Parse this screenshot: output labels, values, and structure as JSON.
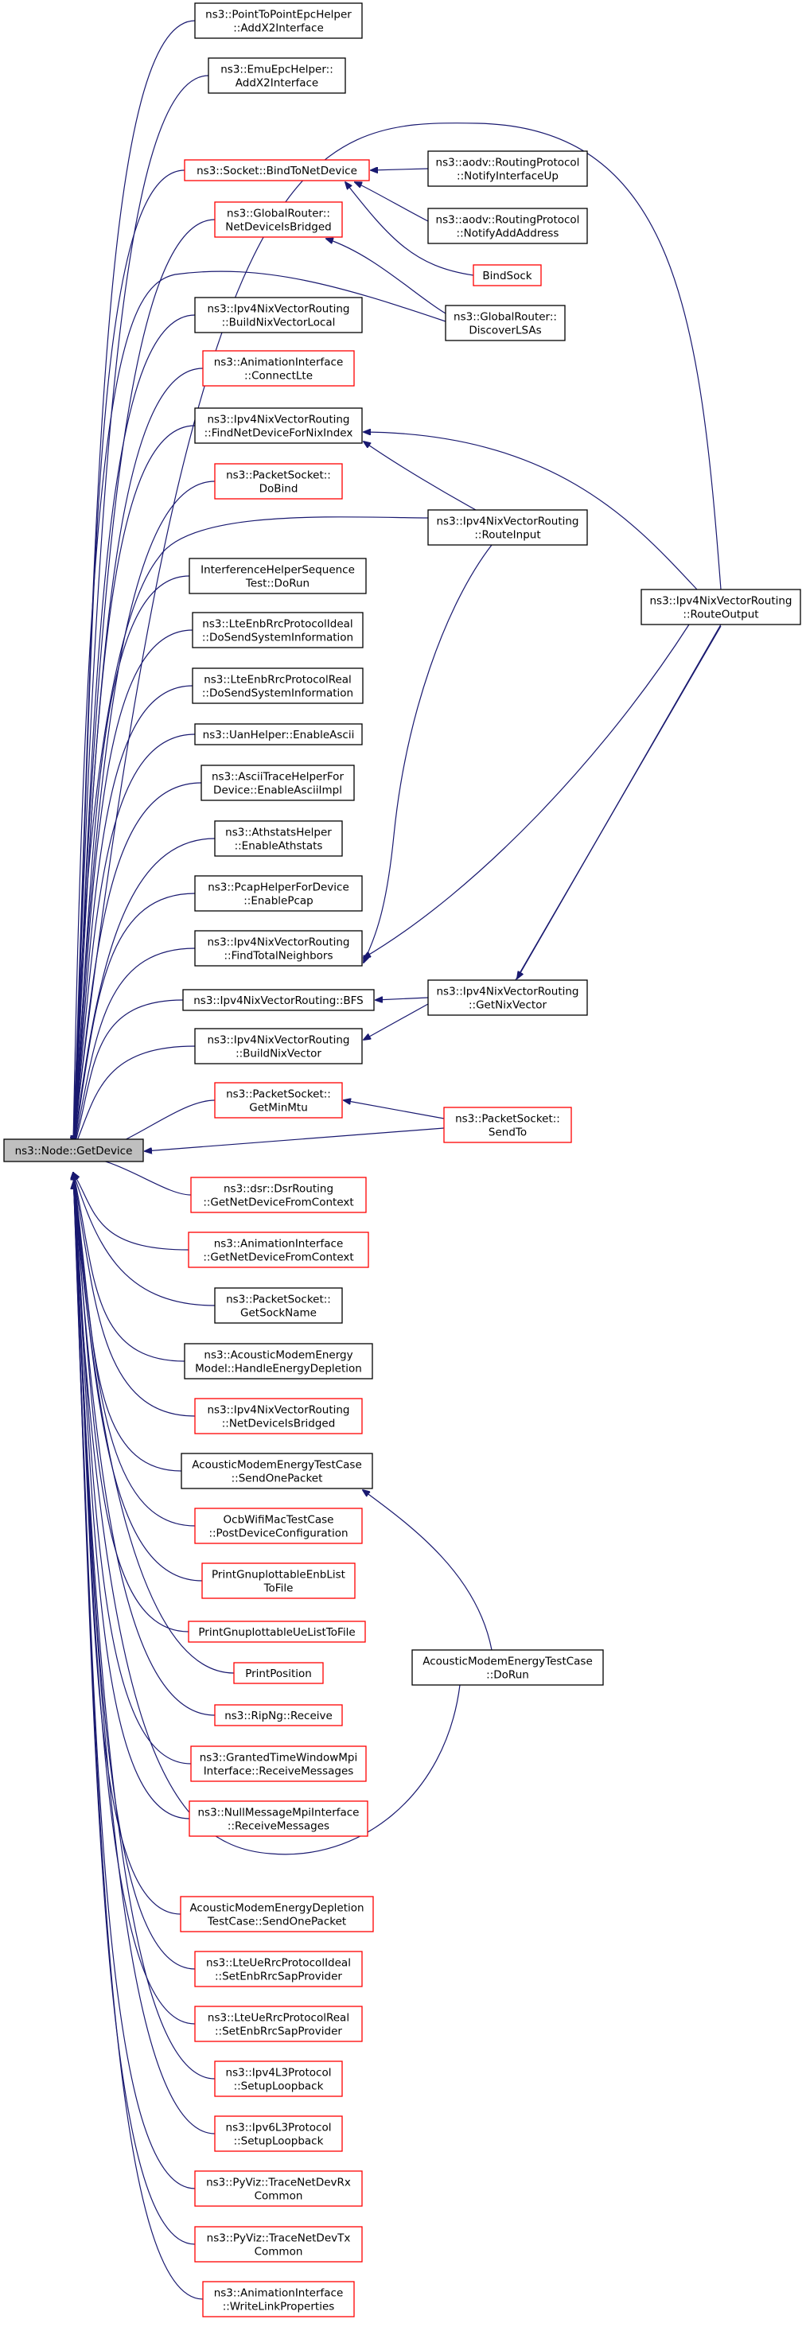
{
  "colors": {
    "edge": "#191970",
    "black_border": "#000000",
    "red_border": "#ff0000",
    "root_fill": "#bfbfbf"
  },
  "root": {
    "id": "root",
    "lines": [
      "ns3::Node::GetDevice"
    ]
  },
  "nodes": [
    {
      "id": "n_ptp",
      "lines": [
        "ns3::PointToPointEpcHelper",
        "::AddX2Interface"
      ],
      "border": "black"
    },
    {
      "id": "n_emu",
      "lines": [
        "ns3::EmuEpcHelper::",
        "AddX2Interface"
      ],
      "border": "black"
    },
    {
      "id": "n_bind",
      "lines": [
        "ns3::Socket::BindToNetDevice"
      ],
      "border": "red"
    },
    {
      "id": "n_aodv_up",
      "lines": [
        "ns3::aodv::RoutingProtocol",
        "::NotifyInterfaceUp"
      ],
      "border": "black"
    },
    {
      "id": "n_aodv_add",
      "lines": [
        "ns3::aodv::RoutingProtocol",
        "::NotifyAddAddress"
      ],
      "border": "black"
    },
    {
      "id": "n_bindsock",
      "lines": [
        "BindSock"
      ],
      "border": "red"
    },
    {
      "id": "n_gr_bridged",
      "lines": [
        "ns3::GlobalRouter::",
        "NetDeviceIsBridged"
      ],
      "border": "red"
    },
    {
      "id": "n_gr_discover",
      "lines": [
        "ns3::GlobalRouter::",
        "DiscoverLSAs"
      ],
      "border": "black"
    },
    {
      "id": "n_nix_bnvl",
      "lines": [
        "ns3::Ipv4NixVectorRouting",
        "::BuildNixVectorLocal"
      ],
      "border": "black"
    },
    {
      "id": "n_anim_lte",
      "lines": [
        "ns3::AnimationInterface",
        "::ConnectLte"
      ],
      "border": "red"
    },
    {
      "id": "n_nix_find",
      "lines": [
        "ns3::Ipv4NixVectorRouting",
        "::FindNetDeviceForNixIndex"
      ],
      "border": "black"
    },
    {
      "id": "n_pkt_dobind",
      "lines": [
        "ns3::PacketSocket::",
        "DoBind"
      ],
      "border": "red"
    },
    {
      "id": "n_nix_routeinput",
      "lines": [
        "ns3::Ipv4NixVectorRouting",
        "::RouteInput"
      ],
      "border": "black"
    },
    {
      "id": "n_nix_routeoutput",
      "lines": [
        "ns3::Ipv4NixVectorRouting",
        "::RouteOutput"
      ],
      "border": "black"
    },
    {
      "id": "n_interf",
      "lines": [
        "InterferenceHelperSequence",
        "Test::DoRun"
      ],
      "border": "black"
    },
    {
      "id": "n_lte_ideal_sys",
      "lines": [
        "ns3::LteEnbRrcProtocolIdeal",
        "::DoSendSystemInformation"
      ],
      "border": "black"
    },
    {
      "id": "n_lte_real_sys",
      "lines": [
        "ns3::LteEnbRrcProtocolReal",
        "::DoSendSystemInformation"
      ],
      "border": "black"
    },
    {
      "id": "n_uan",
      "lines": [
        "ns3::UanHelper::EnableAscii"
      ],
      "border": "black"
    },
    {
      "id": "n_ascii",
      "lines": [
        "ns3::AsciiTraceHelperFor",
        "Device::EnableAsciiImpl"
      ],
      "border": "black"
    },
    {
      "id": "n_athstats",
      "lines": [
        "ns3::AthstatsHelper",
        "::EnableAthstats"
      ],
      "border": "black"
    },
    {
      "id": "n_pcap",
      "lines": [
        "ns3::PcapHelperForDevice",
        "::EnablePcap"
      ],
      "border": "black"
    },
    {
      "id": "n_nix_ftn",
      "lines": [
        "ns3::Ipv4NixVectorRouting",
        "::FindTotalNeighbors"
      ],
      "border": "black"
    },
    {
      "id": "n_nix_bfs",
      "lines": [
        "ns3::Ipv4NixVectorRouting::BFS"
      ],
      "border": "black"
    },
    {
      "id": "n_nix_getnix",
      "lines": [
        "ns3::Ipv4NixVectorRouting",
        "::GetNixVector"
      ],
      "border": "black"
    },
    {
      "id": "n_nix_bnv",
      "lines": [
        "ns3::Ipv4NixVectorRouting",
        "::BuildNixVector"
      ],
      "border": "black"
    },
    {
      "id": "n_pkt_getminmtu",
      "lines": [
        "ns3::PacketSocket::",
        "GetMinMtu"
      ],
      "border": "red"
    },
    {
      "id": "n_pkt_sendto",
      "lines": [
        "ns3::PacketSocket::",
        "SendTo"
      ],
      "border": "red"
    },
    {
      "id": "n_dsr",
      "lines": [
        "ns3::dsr::DsrRouting",
        "::GetNetDeviceFromContext"
      ],
      "border": "red"
    },
    {
      "id": "n_anim_getnd",
      "lines": [
        "ns3::AnimationInterface",
        "::GetNetDeviceFromContext"
      ],
      "border": "red"
    },
    {
      "id": "n_pkt_sockname",
      "lines": [
        "ns3::PacketSocket::",
        "GetSockName"
      ],
      "border": "black"
    },
    {
      "id": "n_acoustic_handle",
      "lines": [
        "ns3::AcousticModemEnergy",
        "Model::HandleEnergyDepletion"
      ],
      "border": "black"
    },
    {
      "id": "n_nix_bridged",
      "lines": [
        "ns3::Ipv4NixVectorRouting",
        "::NetDeviceIsBridged"
      ],
      "border": "red"
    },
    {
      "id": "n_amet_send",
      "lines": [
        "AcousticModemEnergyTestCase",
        "::SendOnePacket"
      ],
      "border": "black"
    },
    {
      "id": "n_amet_dorun",
      "lines": [
        "AcousticModemEnergyTestCase",
        "::DoRun"
      ],
      "border": "black"
    },
    {
      "id": "n_ocb",
      "lines": [
        "OcbWifiMacTestCase",
        "::PostDeviceConfiguration"
      ],
      "border": "red"
    },
    {
      "id": "n_print_enb",
      "lines": [
        "PrintGnuplottableEnbList",
        "ToFile"
      ],
      "border": "red"
    },
    {
      "id": "n_print_ue",
      "lines": [
        "PrintGnuplottableUeListToFile"
      ],
      "border": "red"
    },
    {
      "id": "n_printpos",
      "lines": [
        "PrintPosition"
      ],
      "border": "red"
    },
    {
      "id": "n_ripng",
      "lines": [
        "ns3::RipNg::Receive"
      ],
      "border": "red"
    },
    {
      "id": "n_granted",
      "lines": [
        "ns3::GrantedTimeWindowMpi",
        "Interface::ReceiveMessages"
      ],
      "border": "red"
    },
    {
      "id": "n_nullmsg",
      "lines": [
        "ns3::NullMessageMpiInterface",
        "::ReceiveMessages"
      ],
      "border": "red"
    },
    {
      "id": "n_amedt_send",
      "lines": [
        "AcousticModemEnergyDepletion",
        "TestCase::SendOnePacket"
      ],
      "border": "red"
    },
    {
      "id": "n_lteue_ideal",
      "lines": [
        "ns3::LteUeRrcProtocolIdeal",
        "::SetEnbRrcSapProvider"
      ],
      "border": "red"
    },
    {
      "id": "n_lteue_real",
      "lines": [
        "ns3::LteUeRrcProtocolReal",
        "::SetEnbRrcSapProvider"
      ],
      "border": "red"
    },
    {
      "id": "n_ipv4l3",
      "lines": [
        "ns3::Ipv4L3Protocol",
        "::SetupLoopback"
      ],
      "border": "red"
    },
    {
      "id": "n_ipv6l3",
      "lines": [
        "ns3::Ipv6L3Protocol",
        "::SetupLoopback"
      ],
      "border": "red"
    },
    {
      "id": "n_pyviz_rx",
      "lines": [
        "ns3::PyViz::TraceNetDevRx",
        "Common"
      ],
      "border": "red"
    },
    {
      "id": "n_pyviz_tx",
      "lines": [
        "ns3::PyViz::TraceNetDevTx",
        "Common"
      ],
      "border": "red"
    },
    {
      "id": "n_anim_write",
      "lines": [
        "ns3::AnimationInterface",
        "::WriteLinkProperties"
      ],
      "border": "red"
    }
  ]
}
